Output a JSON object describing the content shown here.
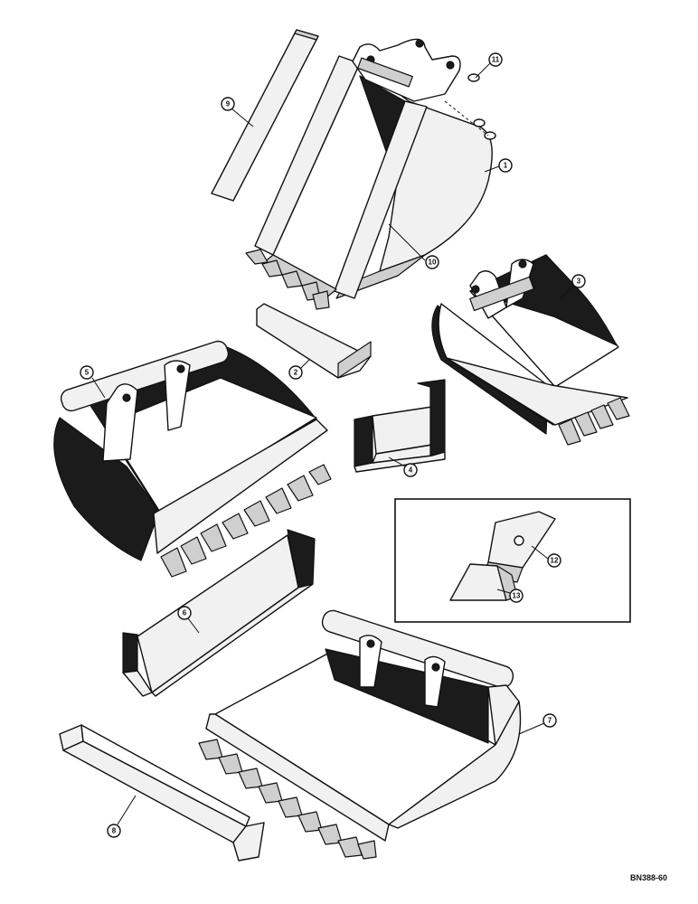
{
  "callouts": {
    "c1": "1",
    "c2": "2",
    "c3": "3",
    "c4": "4",
    "c5": "5",
    "c6": "6",
    "c7": "7",
    "c8": "8",
    "c9": "9",
    "c10": "10",
    "c11": "11",
    "c12": "12",
    "c13": "13"
  },
  "drawing_code": "BN388-60"
}
